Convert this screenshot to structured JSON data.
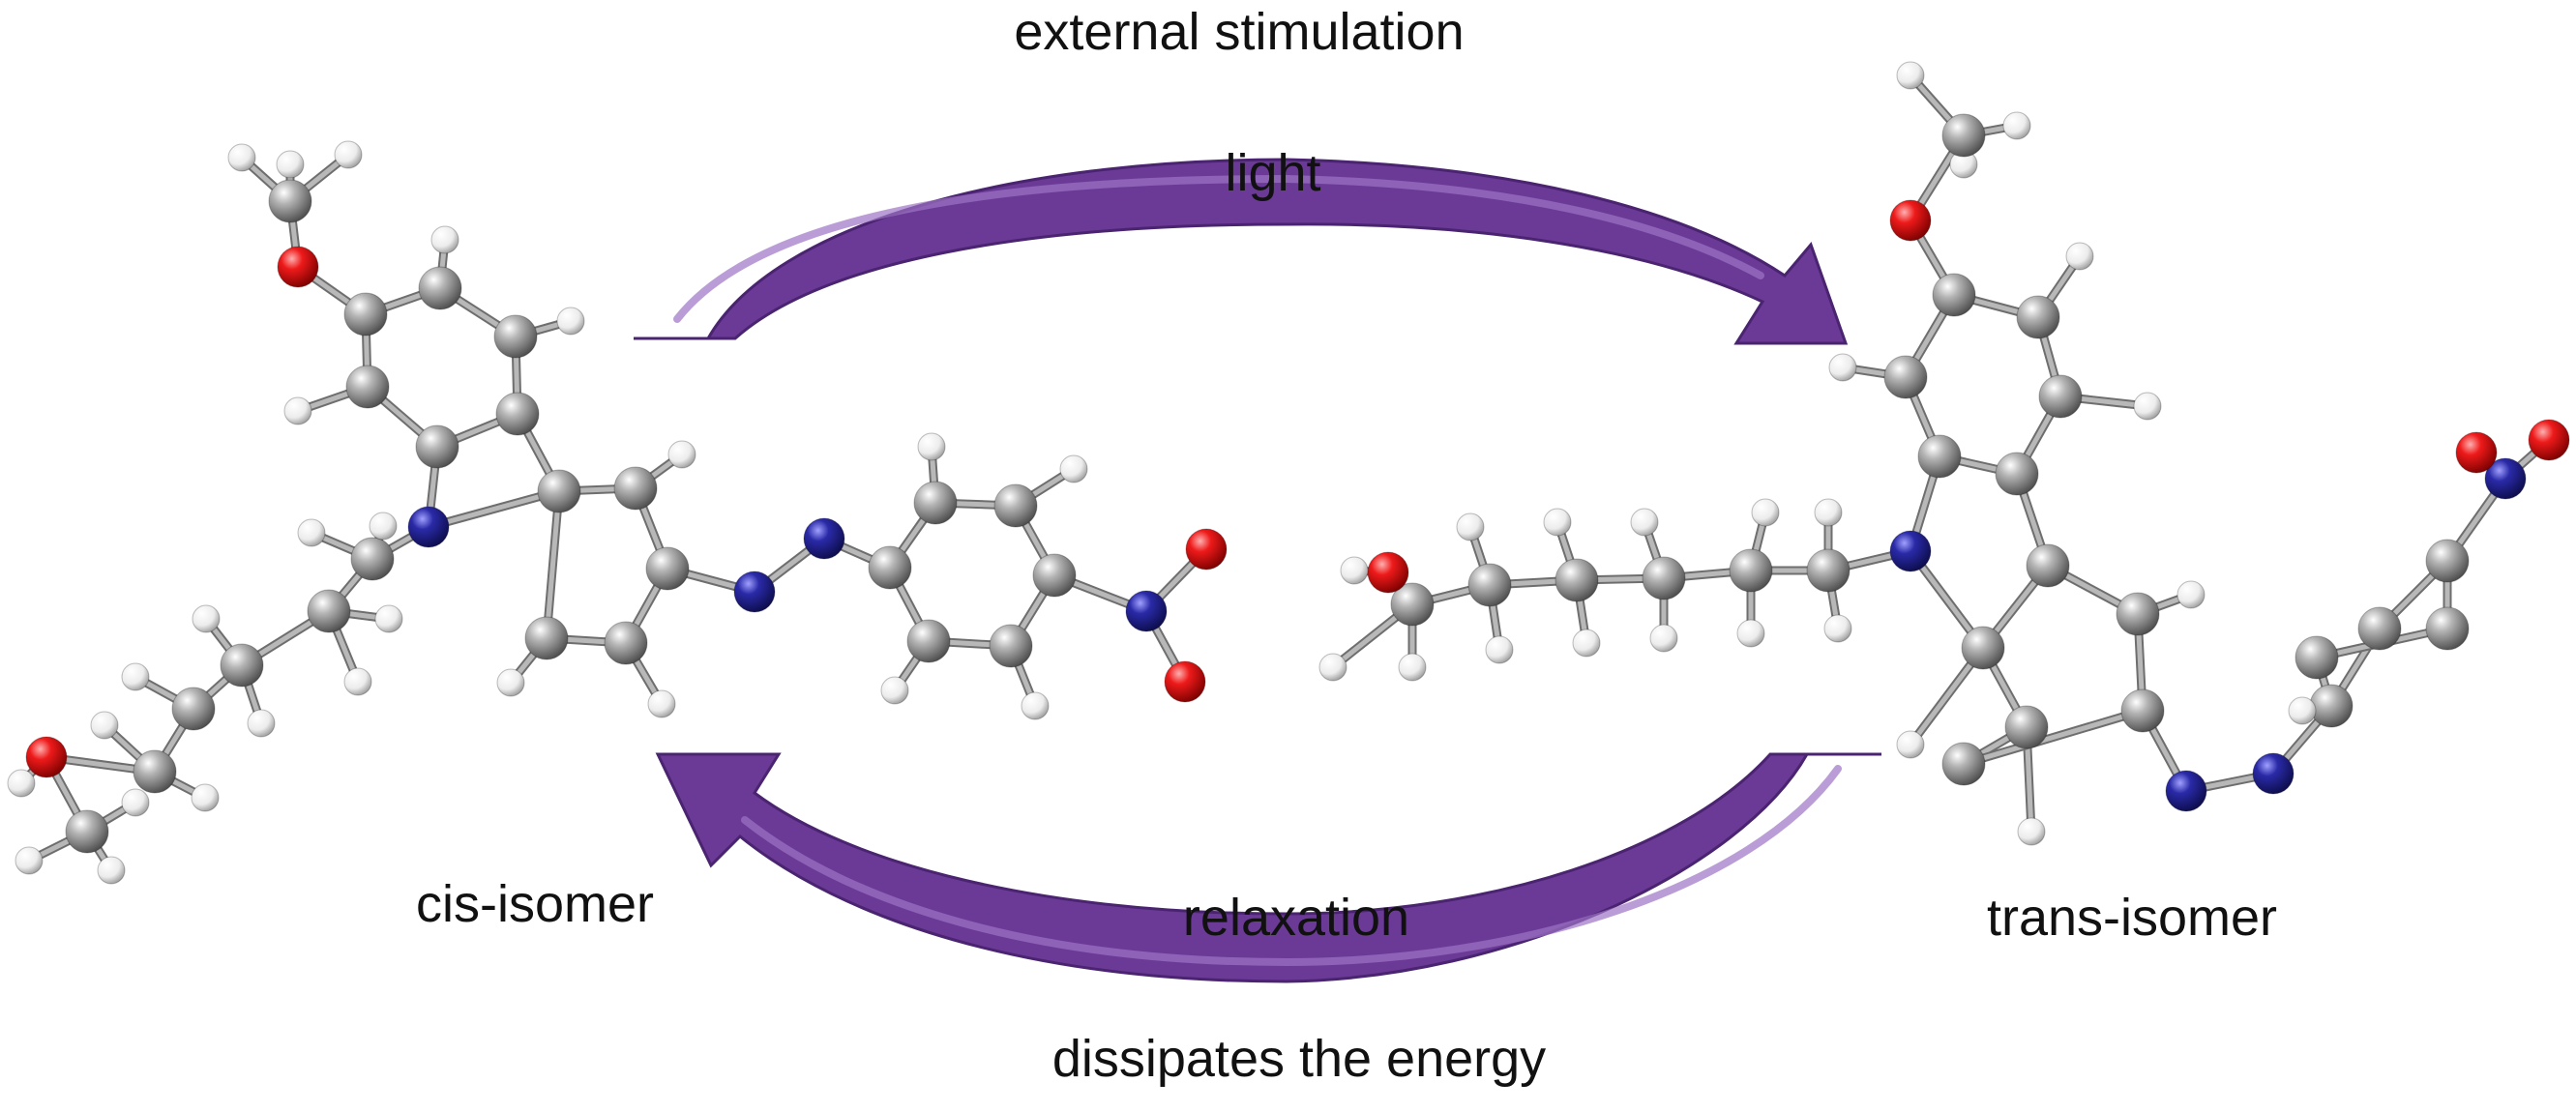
{
  "labels": {
    "external_stimulation": "external stimulation",
    "light": "light",
    "relaxation": "relaxation",
    "dissipates": "dissipates the energy",
    "cis_isomer": "cis-isomer",
    "trans_isomer": "trans-isomer"
  },
  "colors": {
    "arrow": "#6b3a96",
    "arrow_highlight": "#8e62b8",
    "carbon": "#8f8f8f",
    "hydrogen": "#f2f2f2",
    "oxygen": "#e01010",
    "nitrogen": "#2a2a9c",
    "bond": "#b8b8b8"
  },
  "molecules": [
    {
      "name": "cis-isomer-molecule",
      "icon": "molecule-ball-and-stick-icon"
    },
    {
      "name": "trans-isomer-molecule",
      "icon": "molecule-ball-and-stick-icon"
    }
  ]
}
